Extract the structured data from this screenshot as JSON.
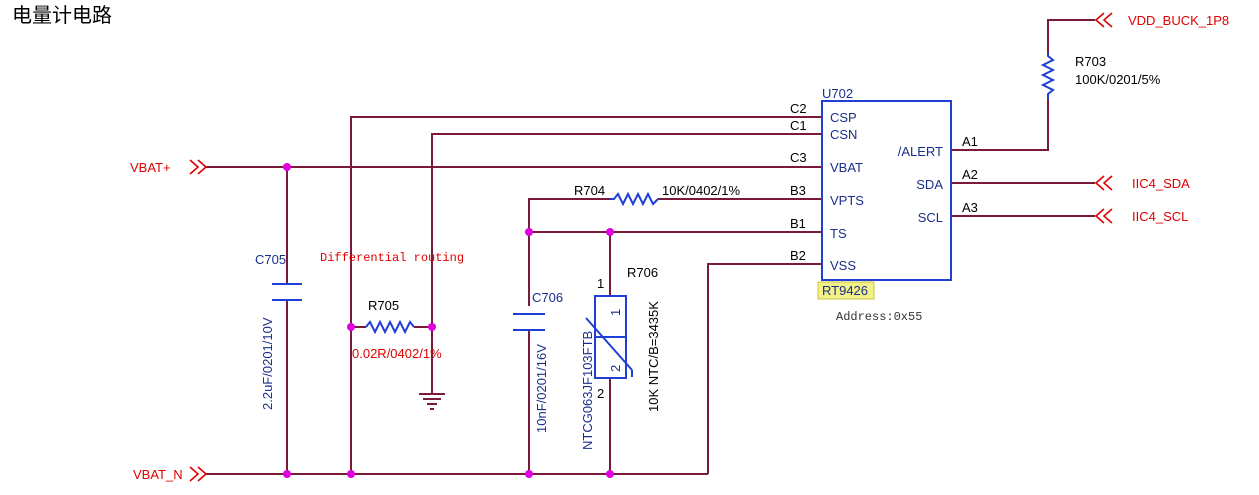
{
  "title": "电量计电路",
  "ports": {
    "vbat_plus": "VBAT+",
    "vbat_n": "VBAT_N",
    "vdd": "VDD_BUCK_1P8",
    "sda": "IIC4_SDA",
    "scl": "IIC4_SCL"
  },
  "ic": {
    "ref": "U702",
    "part": "RT9426",
    "address": "Address:0x55",
    "pins_left": [
      {
        "num": "C2",
        "name": "CSP"
      },
      {
        "num": "C1",
        "name": "CSN"
      },
      {
        "num": "C3",
        "name": "VBAT"
      },
      {
        "num": "B3",
        "name": "VPTS"
      },
      {
        "num": "B1",
        "name": "TS"
      },
      {
        "num": "B2",
        "name": "VSS"
      }
    ],
    "pins_right": [
      {
        "num": "A1",
        "name": "/ALERT"
      },
      {
        "num": "A2",
        "name": "SDA"
      },
      {
        "num": "A3",
        "name": "SCL"
      }
    ]
  },
  "components": {
    "r703": {
      "ref": "R703",
      "value": "100K/0201/5%"
    },
    "r704": {
      "ref": "R704",
      "value": "10K/0402/1%"
    },
    "r705": {
      "ref": "R705",
      "value": "0.02R/0402/1%"
    },
    "r706": {
      "ref": "R706",
      "part": "NTCG063JF103FTB",
      "value": "10K NTC/B=3435K",
      "pin1": "1",
      "pin2": "2"
    },
    "c705": {
      "ref": "C705",
      "value": "2.2uF/0201/10V"
    },
    "c706": {
      "ref": "C706",
      "value": "10nF/0201/16V"
    }
  },
  "notes": {
    "differential": "Differential routing"
  },
  "colors": {
    "wire": "#7a1a3a",
    "component": "#1f3fd6",
    "port": "#e00000",
    "junction": "#e000e0",
    "part_highlight": "#f3f08a"
  }
}
